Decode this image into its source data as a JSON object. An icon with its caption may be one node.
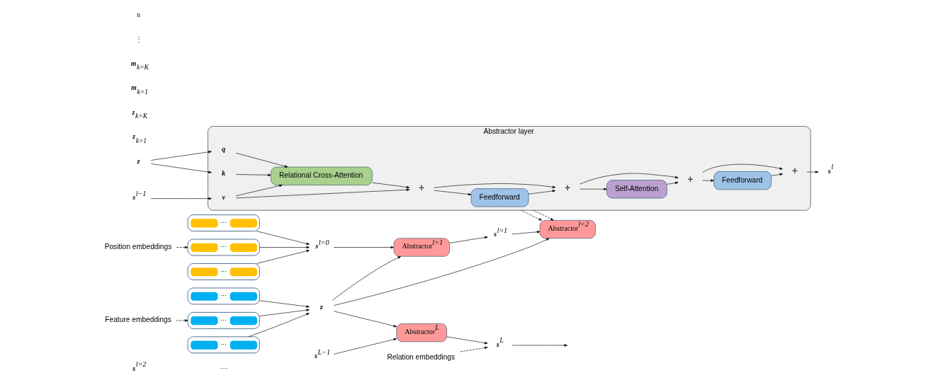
{
  "diagram": {
    "nodes": [
      {
        "text": [
          "Feature embeddings"
        ]
      },
      {
        "text": [
          "⋯"
        ]
      },
      {
        "text": [
          "⋯"
        ]
      },
      {
        "text": [
          "Position embeddings"
        ]
      },
      {
        "text": [
          "⋯"
        ]
      },
      {
        "text": [
          "⋯"
        ]
      },
      {
        "text": [
          "⋯"
        ]
      },
      {
        "text": [
          "⋯"
        ]
      },
      {
        "text": [
          "**z**"
        ]
      },
      {
        "text": [
          "**s**$^{l=0}$"
        ]
      },
      {
        "text": [
          "Abstractor$^{l=1}$"
        ]
      },
      {
        "text": [
          "**s**$^{l=1}$"
        ]
      },
      {
        "text": [
          "Abstractor$^{l=2}$"
        ]
      },
      {
        "text": [
          "**s**$^{l=2}$"
        ]
      },
      {
        "text": [
          "**s**$^{L−1}$"
        ]
      },
      {
        "text": [
          "Abstractor$^{L}$"
        ]
      },
      {
        "text": [
          "Relation embeddings"
        ]
      },
      {
        "text": [
          "**s**$^{L}$"
        ]
      },
      {
        "text": [
          "Abstractor layer"
        ]
      },
      {
        "text": [
          "**z**"
        ]
      },
      {
        "text": [
          "**s**$^{l−1}$"
        ]
      },
      {
        "text": [
          "**q**"
        ],
        "in": 18
      },
      {
        "text": [
          "**k**"
        ],
        "in": 18
      },
      {
        "text": [
          "**v**"
        ],
        "in": 18
      },
      {
        "text": [
          "Relational Cross-Attention"
        ],
        "in": 18
      },
      {
        "text": [
          "+"
        ],
        "in": 18
      },
      {
        "text": [
          "Feedforward"
        ],
        "in": 18
      },
      {
        "text": [
          "+"
        ],
        "in": 18
      },
      {
        "text": [
          "Self-Attention"
        ],
        "in": 18
      },
      {
        "text": [
          "+"
        ],
        "in": 18
      },
      {
        "text": [
          "Feedforward"
        ],
        "in": 18
      },
      {
        "text": [
          "+"
        ],
        "in": 18
      },
      {
        "text": [
          "**s**$^{l}$"
        ]
      }
    ],
    "edges": [
      {
        "from": 0,
        "to": 1,
        "arrow": "to",
        "style": "dashed"
      },
      {
        "from": 3,
        "to": 2,
        "arrow": "to",
        "style": "dashed"
      },
      {
        "from": 1,
        "to": 8,
        "arrow": "to"
      },
      {
        "from": 2,
        "to": 9,
        "arrow": "to"
      },
      {
        "from": 4,
        "to": 8,
        "arrow": "to"
      },
      {
        "from": 5,
        "to": 9,
        "arrow": "to"
      },
      {
        "from": 6,
        "to": 8,
        "arrow": "to"
      },
      {
        "from": 7,
        "to": 9,
        "arrow": "to"
      },
      {
        "from": 8,
        "to": 10,
        "arrow": "to"
      },
      {
        "from": 9,
        "to": 10,
        "arrow": "to"
      },
      {
        "from": 10,
        "to": 11,
        "arrow": "to"
      },
      {
        "from": 11,
        "to": 12,
        "arrow": "to"
      },
      {
        "from": 8,
        "to": 12,
        "arrow": "to"
      },
      {
        "from": 8,
        "to": 15,
        "arrow": "to"
      },
      {
        "from": 14,
        "to": 15,
        "arrow": "to"
      },
      {
        "from": 15,
        "to": 17,
        "arrow": "to"
      },
      {
        "from": 16,
        "to": 17,
        "arrow": "to",
        "style": "dashed"
      },
      {
        "from": 17,
        "to": null,
        "arrow": "to"
      },
      {
        "from": 18,
        "to": 12,
        "arrow": "to",
        "style": "dashed"
      },
      {
        "from": 18,
        "to": 12,
        "arrow": "to",
        "style": "dashed"
      },
      {
        "from": 19,
        "to": 21,
        "arrow": "to"
      },
      {
        "from": 19,
        "to": 22,
        "arrow": "to"
      },
      {
        "from": 20,
        "to": 23,
        "arrow": "to"
      },
      {
        "from": 21,
        "to": 24,
        "arrow": "to"
      },
      {
        "from": 22,
        "to": 24,
        "arrow": "to"
      },
      {
        "from": 23,
        "to": 24,
        "arrow": "to"
      },
      {
        "from": 24,
        "to": 25,
        "arrow": "to"
      },
      {
        "from": 23,
        "to": 25,
        "arrow": "to"
      },
      {
        "from": 25,
        "to": 26,
        "arrow": "to"
      },
      {
        "from": 25,
        "to": 27,
        "arrow": "to"
      },
      {
        "from": 26,
        "to": 27,
        "arrow": "to"
      },
      {
        "from": 27,
        "to": 28,
        "arrow": "to"
      },
      {
        "from": 27,
        "to": 29,
        "arrow": "to"
      },
      {
        "from": 28,
        "to": 29,
        "arrow": "to"
      },
      {
        "from": 29,
        "to": 30,
        "arrow": "to"
      },
      {
        "from": 29,
        "to": 31,
        "arrow": "to"
      },
      {
        "from": 30,
        "to": 31,
        "arrow": "to"
      },
      {
        "from": 31,
        "to": 32,
        "arrow": "to"
      }
    ],
    "labels": [
      "**z**$_{k=1}$",
      "**z**$_{k=K}$",
      "**m**$_{k=1}$",
      "**m**$_{k=K}$",
      "⋮",
      "n",
      "⋯"
    ]
  }
}
